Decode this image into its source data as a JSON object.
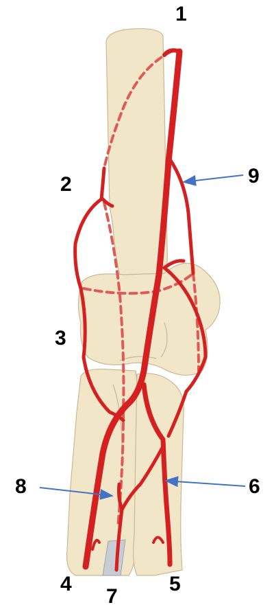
{
  "labels": {
    "n1": "1",
    "n2": "2",
    "n3": "3",
    "n4": "4",
    "n5": "5",
    "n6": "6",
    "n7": "7",
    "n8": "8",
    "n9": "9"
  },
  "colors": {
    "artery": "#d42020",
    "artery_dashed": "#e05a55",
    "bone": "#f2e6c9",
    "cartilage": "#c8ccd4",
    "pointer": "#4472c4"
  }
}
